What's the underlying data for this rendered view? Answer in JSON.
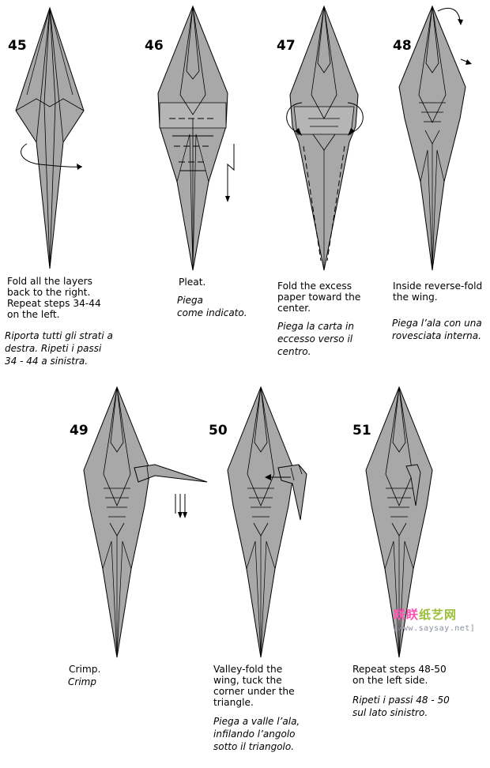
{
  "steps": [
    {
      "number": "45",
      "en": "Fold all the layers\nback to the right.\nRepeat steps 34-44\non the left.",
      "it": "Riporta tutti gli strati a\ndestra. Ripeti i passi\n34 - 44 a sinistra."
    },
    {
      "number": "46",
      "en": "Pleat.",
      "it": "Piega\ncome indicato."
    },
    {
      "number": "47",
      "en": "Fold the excess\npaper toward the\ncenter.",
      "it": "Piega la carta in\neccesso verso il\ncentro."
    },
    {
      "number": "48",
      "en": "Inside reverse-fold\nthe wing.",
      "it": "Piega l’ala con una\nrovesciata interna."
    },
    {
      "number": "49",
      "en": "Crimp.",
      "it": "Crimp"
    },
    {
      "number": "50",
      "en": "Valley-fold the\nwing, tuck the\ncorner under the\ntriangle.",
      "it": "Piega a valle l’ala,\ninfilando l’angolo\nsotto il triangolo."
    },
    {
      "number": "51",
      "en": "Repeat steps 48-50\non the left side.",
      "it": "Ripeti i passi 48 - 50\nsul lato sinistro."
    }
  ],
  "watermark": {
    "logo_part1": "眹眹",
    "logo_part2": "纸艺网",
    "url": "[www.saysay.net]"
  },
  "colors": {
    "paper": "#a8a8a8",
    "paper_light": "#c0c0c0",
    "line": "#000000",
    "watermark_pink": "#ff4fb0",
    "watermark_green": "#9bbf3a"
  }
}
